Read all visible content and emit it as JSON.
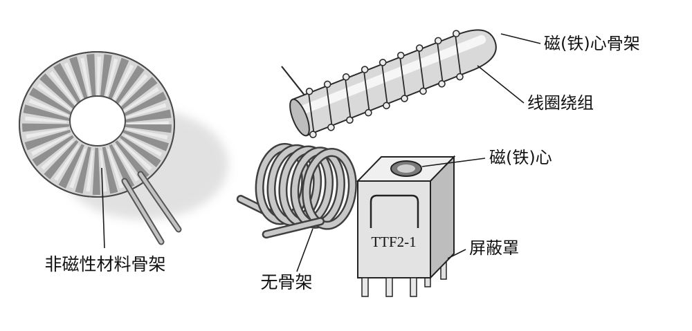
{
  "diagram": {
    "part_number": "TTF2-1",
    "labels": {
      "toroid": "非磁性材料骨架",
      "rod_core": "磁(铁)心骨架",
      "winding": "线圈绕组",
      "air_coil": "无骨架",
      "core": "磁(铁)心",
      "shield": "屏蔽罩"
    },
    "colors": {
      "background": "#ffffff",
      "outline": "#222222",
      "metal_light": "#e8e8e8",
      "metal_mid": "#b8b8b8",
      "metal_dark": "#555555",
      "shadow": "#c9c9c9"
    }
  }
}
